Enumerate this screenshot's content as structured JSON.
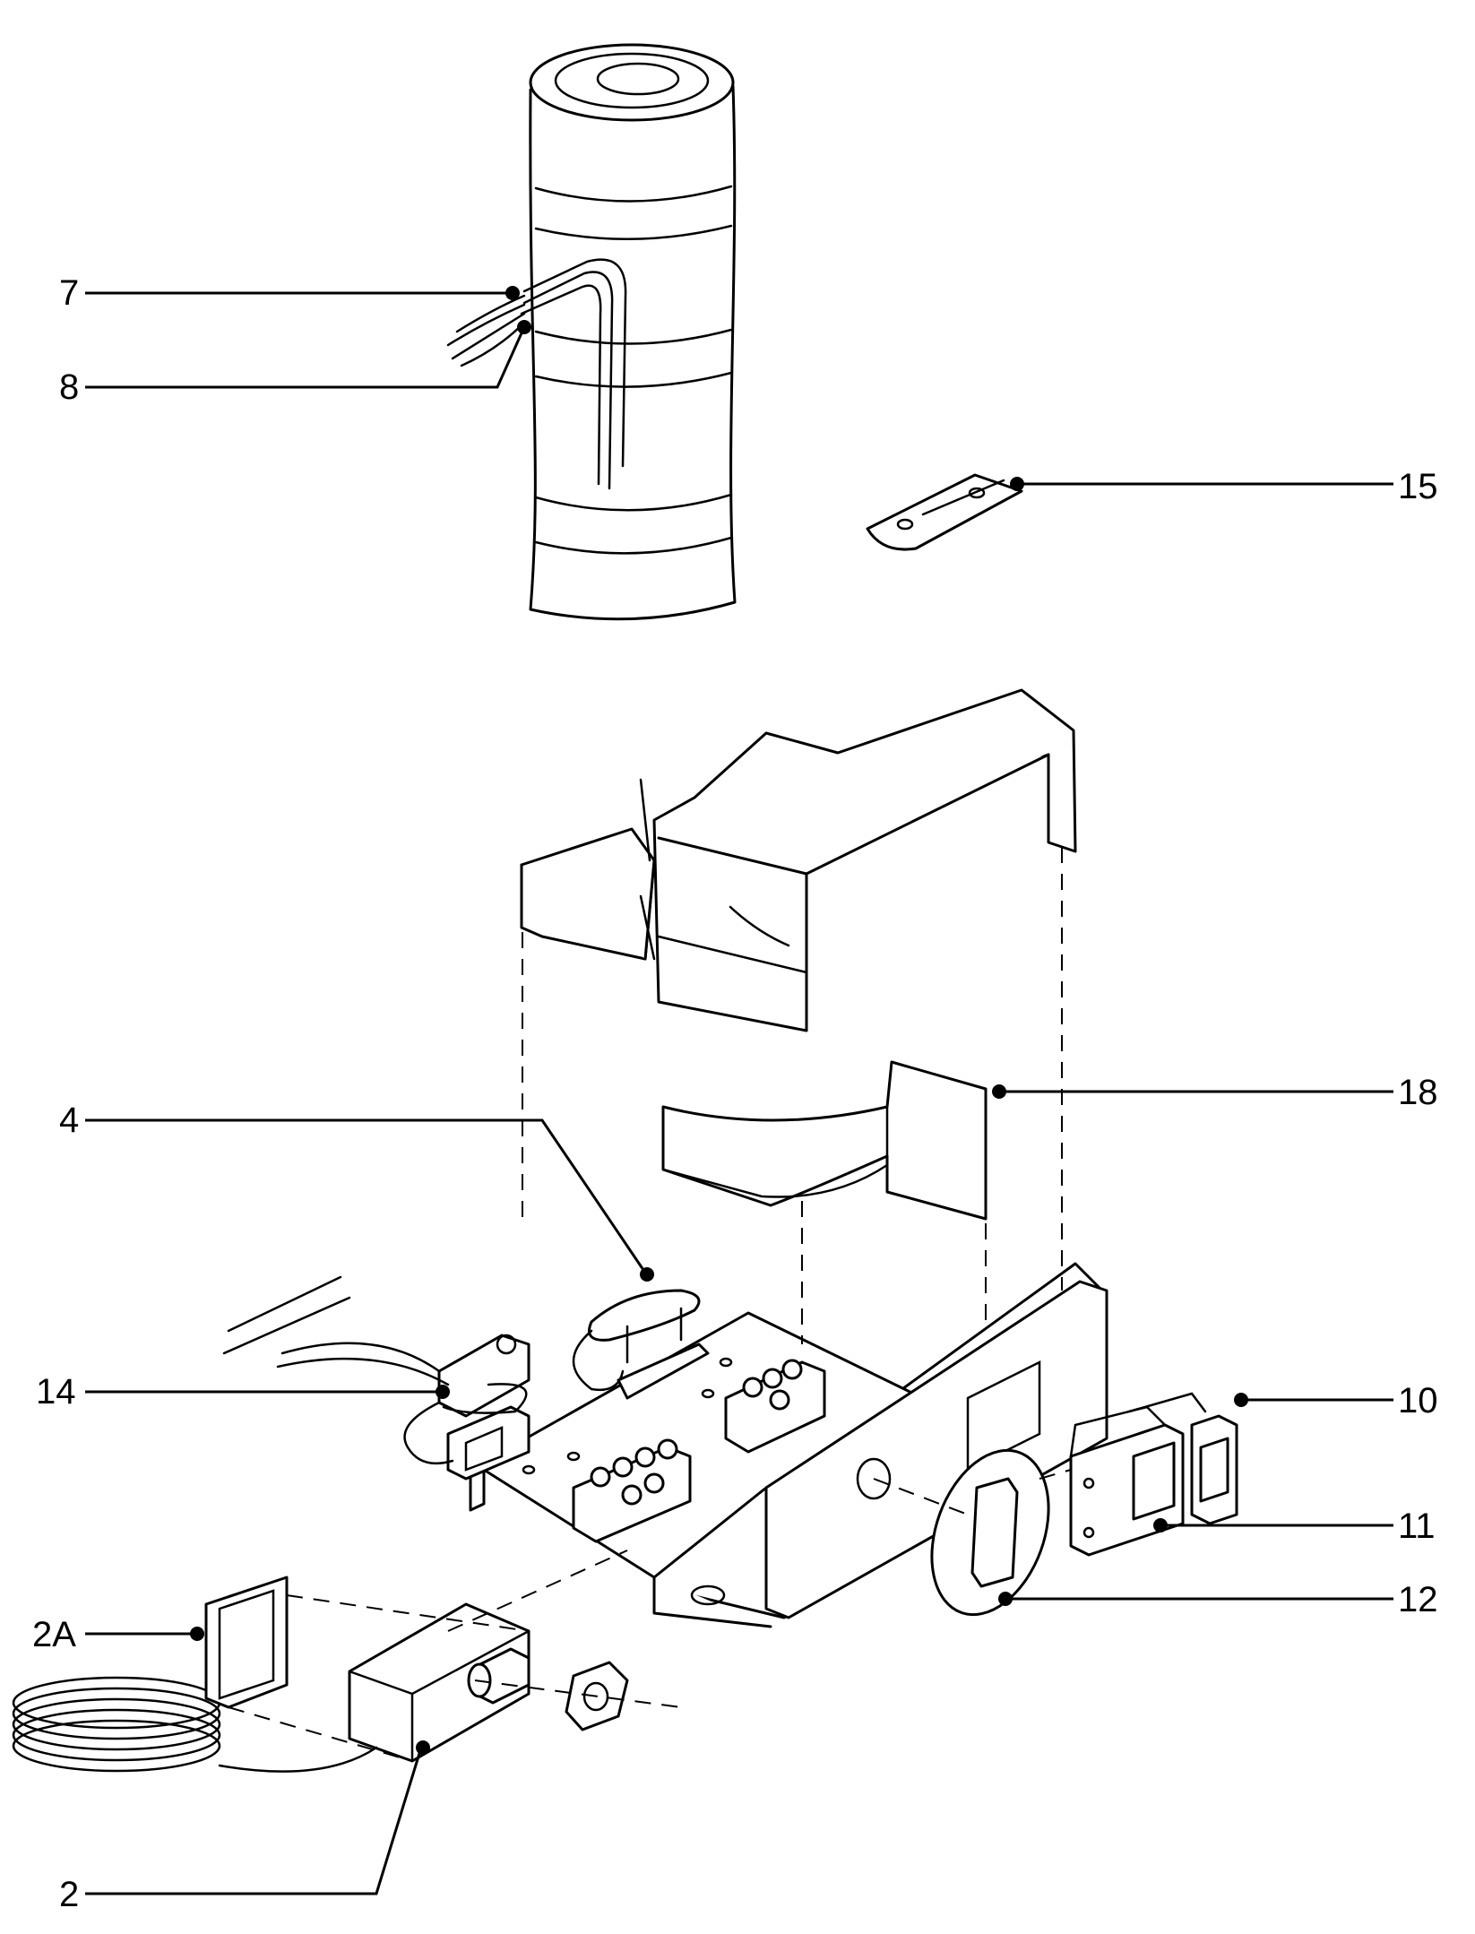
{
  "callouts": [
    {
      "id": "7",
      "label": "7"
    },
    {
      "id": "8",
      "label": "8"
    },
    {
      "id": "15",
      "label": "15"
    },
    {
      "id": "18",
      "label": "18"
    },
    {
      "id": "4",
      "label": "4"
    },
    {
      "id": "14",
      "label": "14"
    },
    {
      "id": "10",
      "label": "10"
    },
    {
      "id": "11",
      "label": "11"
    },
    {
      "id": "12",
      "label": "12"
    },
    {
      "id": "2A",
      "label": "2A"
    },
    {
      "id": "2",
      "label": "2"
    }
  ]
}
